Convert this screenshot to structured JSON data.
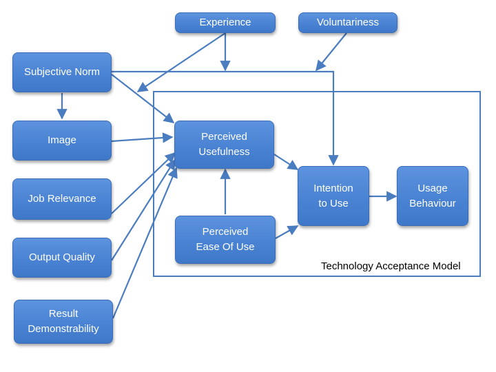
{
  "colors": {
    "node_fill": "#4a83d3",
    "node_border": "#3a6db5",
    "edge": "#4a7cc0",
    "frame": "#4a7cc0",
    "text": "#ffffff"
  },
  "nodes": {
    "experience": "Experience",
    "voluntariness": "Voluntariness",
    "subjective_norm": "Subjective Norm",
    "image": "Image",
    "job_relevance": "Job Relevance",
    "output_quality": "Output Quality",
    "result_demonstrability": "Result\nDemonstrability",
    "perceived_usefulness": "Perceived\nUsefulness",
    "perceived_ease_of_use": "Perceived\nEase Of Use",
    "intention_to_use": "Intention\nto Use",
    "usage_behaviour": "Usage\nBehaviour"
  },
  "group": {
    "label": "Technology Acceptance Model"
  }
}
